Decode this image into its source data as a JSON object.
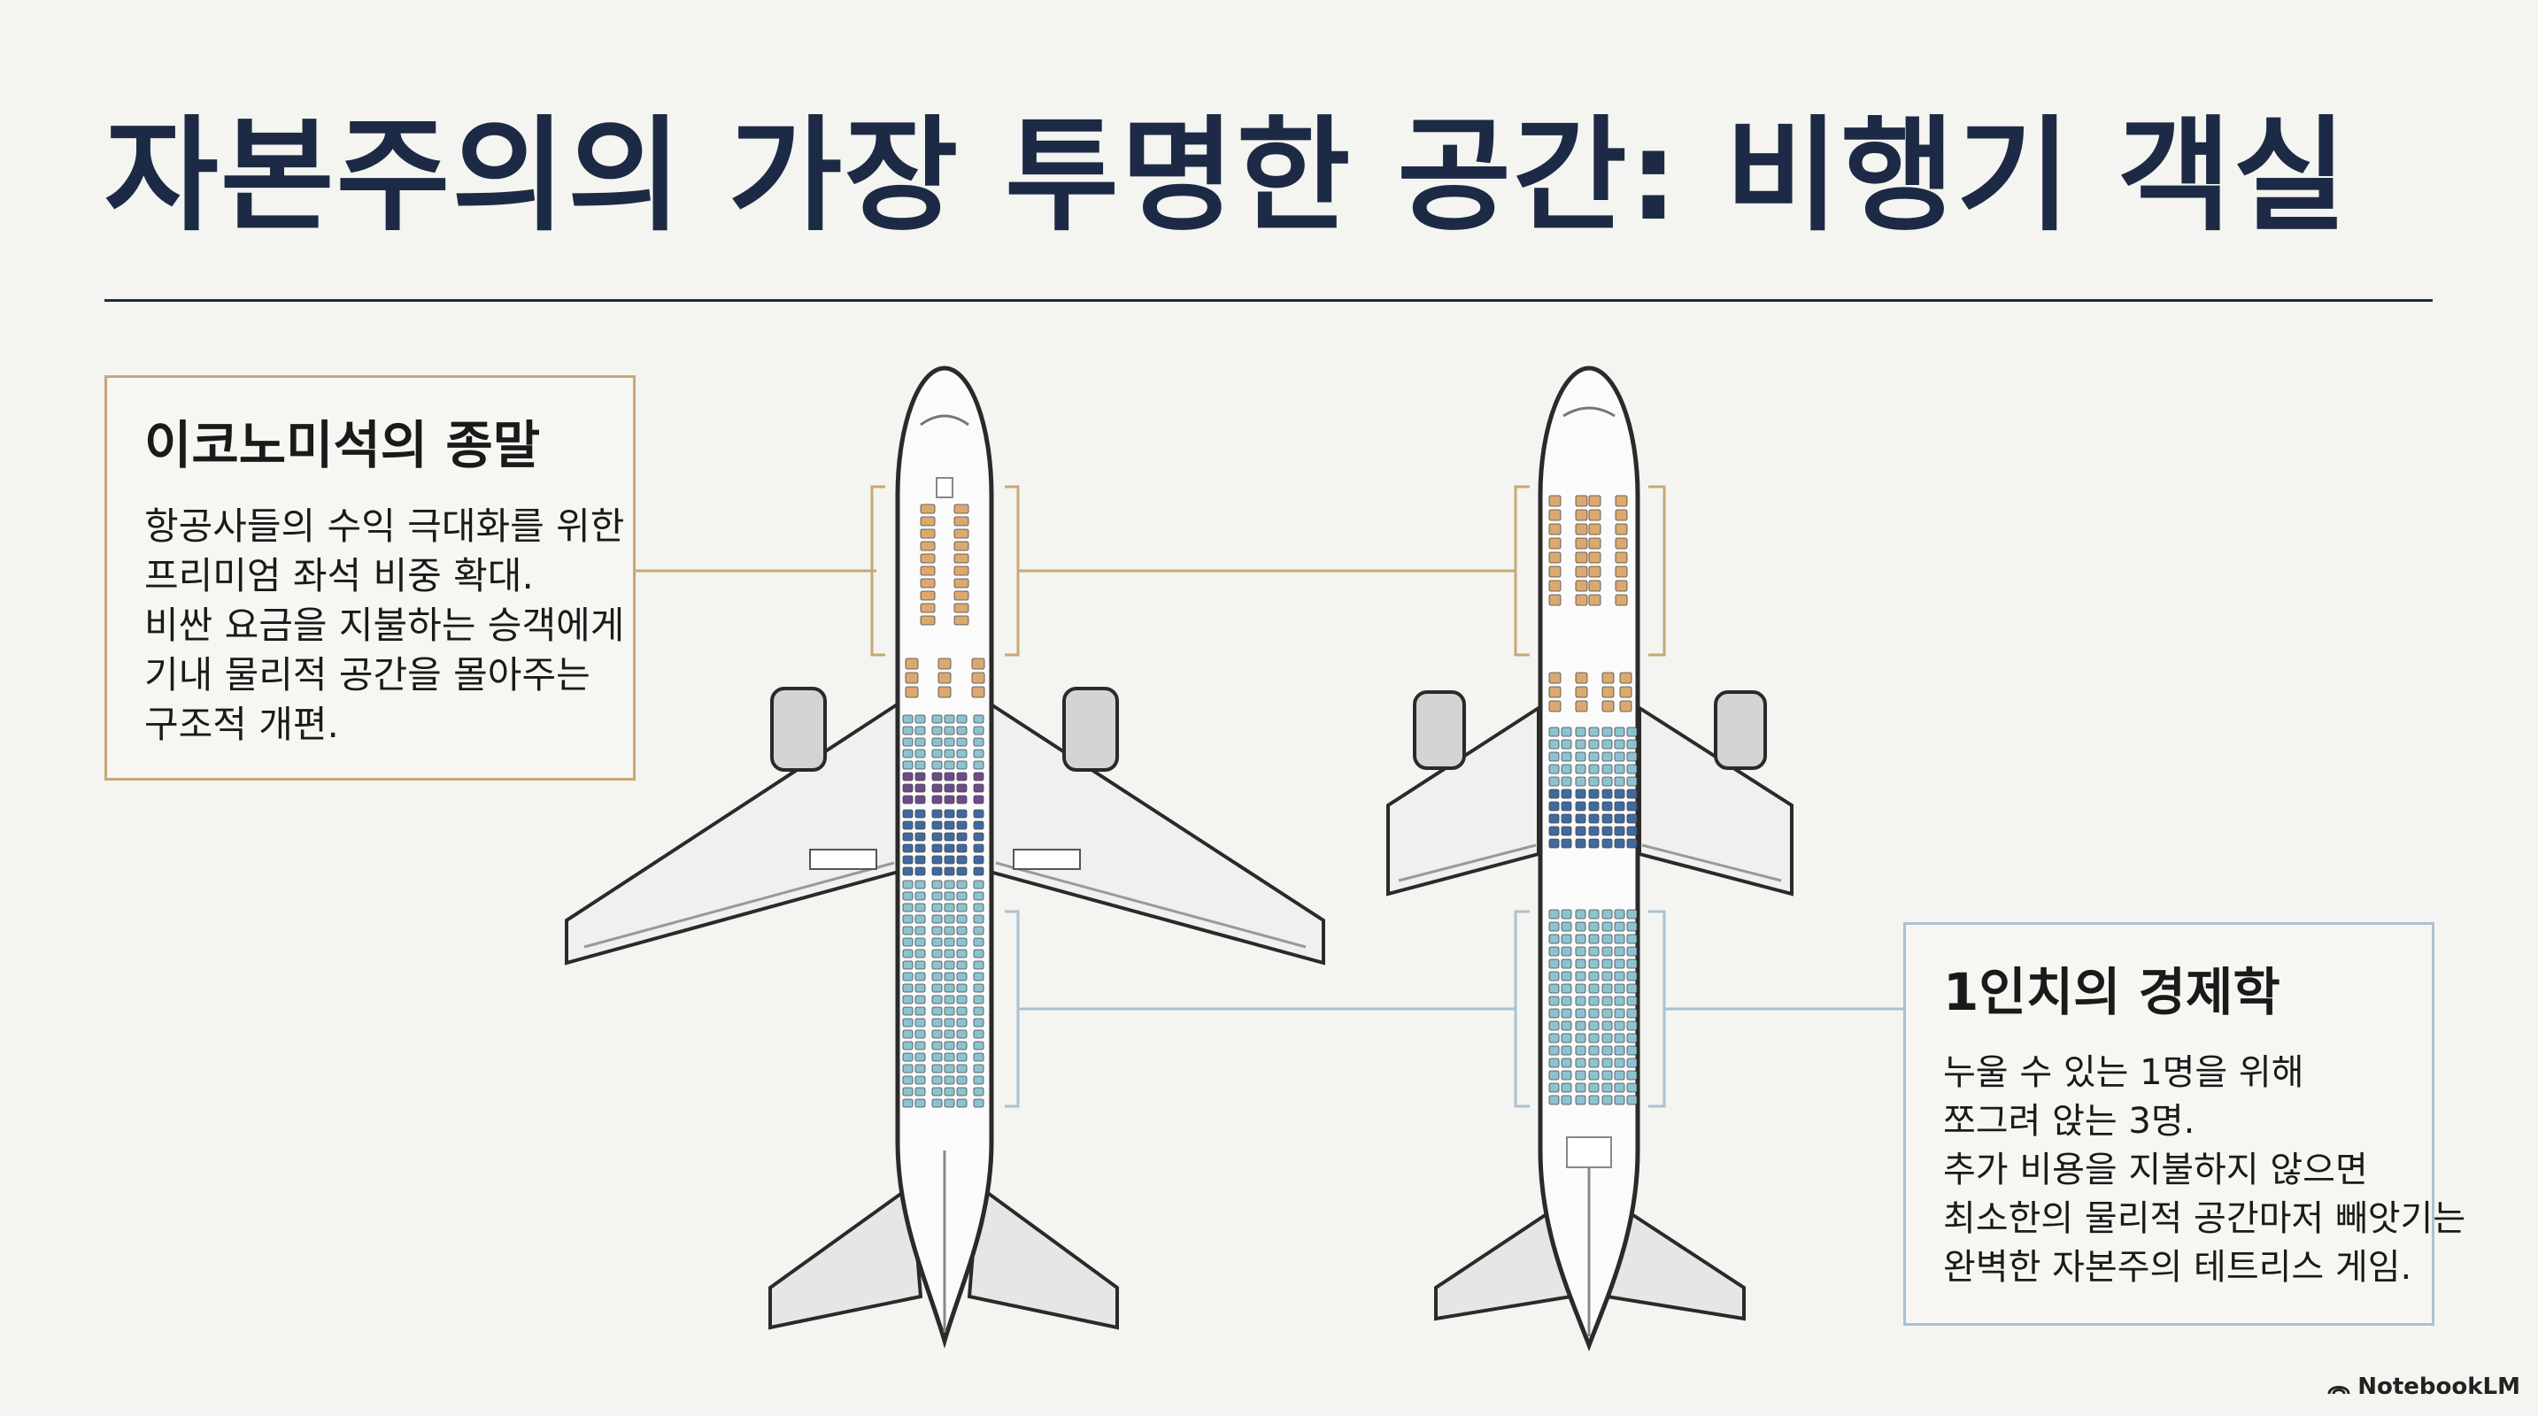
{
  "title": "자본주의의 가장 투명한 공간: 비행기 객실",
  "panels": {
    "economy_end": {
      "heading": "이코노미석의 종말",
      "body": "항공사들의 수익 극대화를 위한\n프리미엄 좌석 비중 확대.\n비싼 요금을 지불하는 승객에게\n기내 물리적 공간을 몰아주는\n구조적 개편."
    },
    "inch_economics": {
      "heading": "1인치의 경제학",
      "body": "누울 수 있는 1명을 위해\n쪼그려 앉는 3명.\n추가 비용을 지불하지 않으면\n최소한의 물리적 공간마저 빼앗기는\n완벽한 자본주의 테트리스 게임."
    }
  },
  "colors": {
    "title": "#1c2a45",
    "premium_seat": "#dba970",
    "economy_light": "#8cc3d1",
    "economy_dark": "#3f6aa0",
    "purple_seat": "#6d4b8a",
    "gold_accent": "#c8a878",
    "blue_accent": "#a9c2d4"
  },
  "icons": {
    "brand": "notebooklm-icon"
  },
  "brand": "NotebookLM"
}
